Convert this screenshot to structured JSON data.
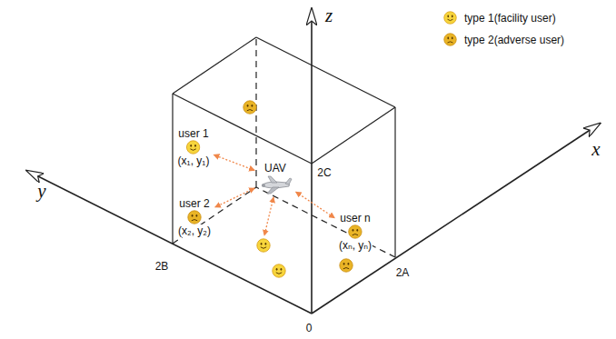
{
  "diagram": {
    "nodes": [
      {
        "text": [
          "UAV"
        ]
      },
      {
        "text": [
          "user 1",
          "(x₁, y₁)"
        ]
      },
      {
        "text": [
          "user 2",
          "(x₂, y₂)"
        ]
      },
      {
        "text": [
          "user n",
          "(xₙ, yₙ)"
        ]
      }
    ],
    "edges": [
      {
        "from": 0,
        "to": 1,
        "arrow": "both"
      },
      {
        "from": 0,
        "to": 2,
        "arrow": "both"
      },
      {
        "from": 0,
        "to": 3,
        "arrow": "both"
      }
    ],
    "labels": [
      "z",
      "y",
      "x",
      "2C",
      "2B",
      "2A",
      "0"
    ],
    "legend": [
      {
        "text": "type 1(facility user)"
      },
      {
        "text": "type 2(adverse user)"
      }
    ]
  }
}
